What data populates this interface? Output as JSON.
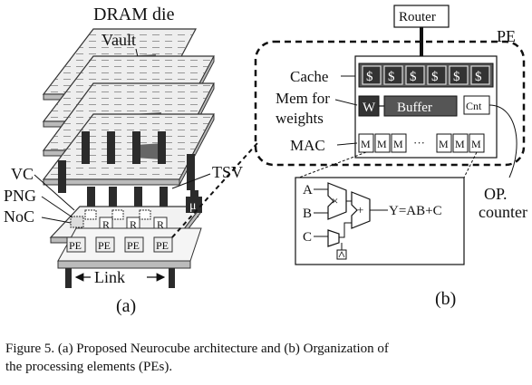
{
  "panel_a": {
    "title": "DRAM die",
    "vault_label": "Vault",
    "tsv_label": "TSV",
    "vc_label": "VC",
    "png_label": "PNG",
    "noc_label": "NoC",
    "mu_label": "μ",
    "router_labels": [
      "R",
      "R",
      "R"
    ],
    "pe_labels": [
      "PE",
      "PE",
      "PE",
      "PE"
    ],
    "link_label": "Link",
    "panel_label": "(a)"
  },
  "panel_b": {
    "router_label": "Router",
    "pe_label": "PE",
    "cache_label": "Cache",
    "cache_cells": [
      "$",
      "$",
      "$",
      "$",
      "$",
      "$"
    ],
    "mem_label_line1": "Mem for",
    "mem_label_line2": "weights",
    "w_label": "W",
    "buffer_label": "Buffer",
    "cnt_label": "Cnt",
    "mac_label": "MAC",
    "mac_cells": [
      "M",
      "M",
      "M",
      "M",
      "M",
      "M"
    ],
    "ellipsis": "···",
    "input_a": "A",
    "input_b": "B",
    "input_c": "C",
    "equation": "Y=AB+C",
    "op_counter_line1": "OP.",
    "op_counter_line2": "counter",
    "panel_label": "(b)"
  },
  "caption": {
    "line1": "Figure 5.   (a) Proposed Neurocube architecture and (b) Organization of",
    "line2": "the processing elements (PEs)."
  }
}
